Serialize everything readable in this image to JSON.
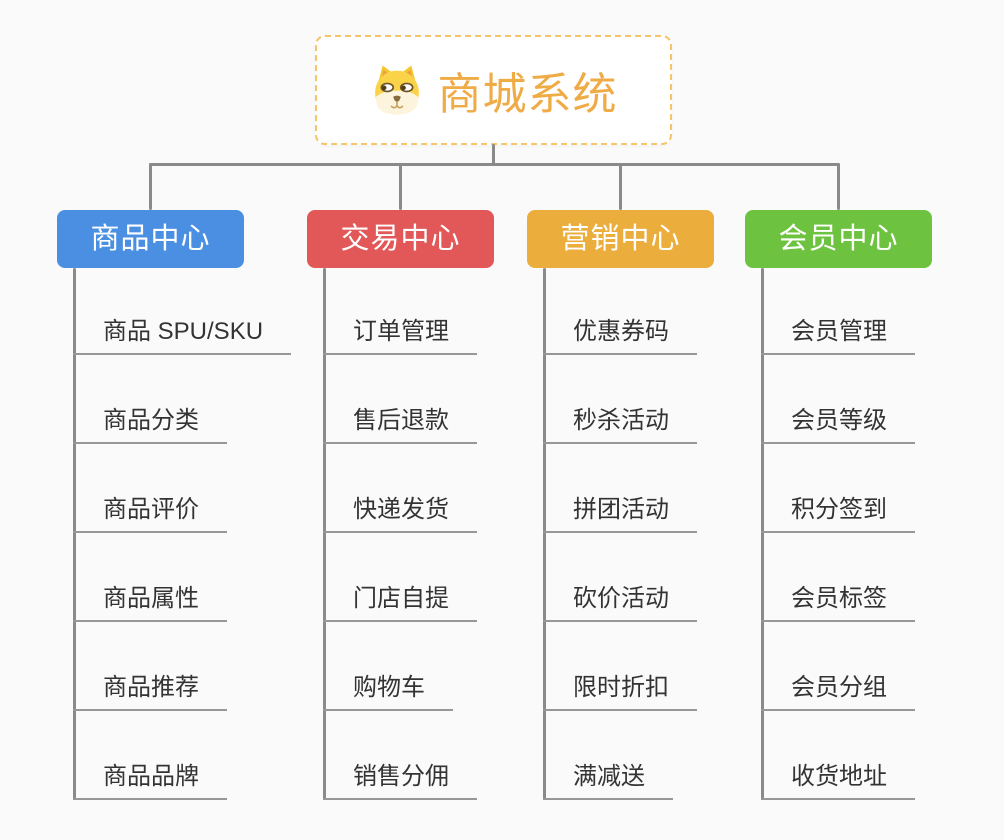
{
  "page": {
    "background": "#fafafa"
  },
  "root": {
    "title": "商城系统",
    "icon": "dog-face-icon",
    "text_color": "#efab45",
    "border_color": "#f7c46c"
  },
  "connector_color": "#8a8a8a",
  "underline_color": "#979797",
  "branches": [
    {
      "label": "商品中心",
      "color": "#4b8fe2",
      "children": [
        "商品 SPU/SKU",
        "商品分类",
        "商品评价",
        "商品属性",
        "商品推荐",
        "商品品牌"
      ]
    },
    {
      "label": "交易中心",
      "color": "#e25758",
      "children": [
        "订单管理",
        "售后退款",
        "快递发货",
        "门店自提",
        "购物车",
        "销售分佣"
      ]
    },
    {
      "label": "营销中心",
      "color": "#ebad3c",
      "children": [
        "优惠券码",
        "秒杀活动",
        "拼团活动",
        "砍价活动",
        "限时折扣",
        "满减送"
      ]
    },
    {
      "label": "会员中心",
      "color": "#6dc33f",
      "children": [
        "会员管理",
        "会员等级",
        "积分签到",
        "会员标签",
        "会员分组",
        "收货地址"
      ]
    }
  ]
}
